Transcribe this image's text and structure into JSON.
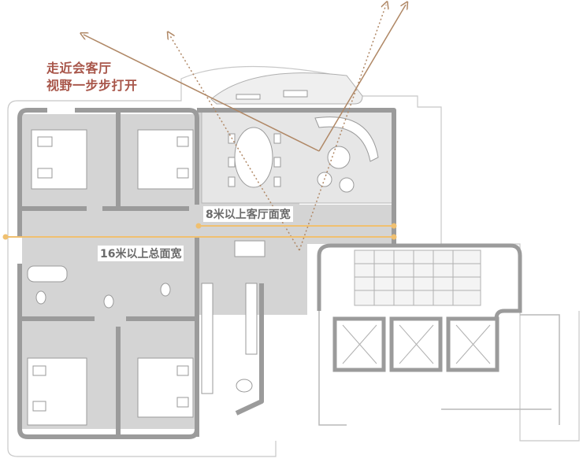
{
  "headline": {
    "line1": "走近会客厅",
    "line2": "视野一步步打开"
  },
  "dimensions": {
    "living_room_width": "8米以上客厅面宽",
    "total_width": "16米以上总面宽"
  },
  "colors": {
    "wall": "#9b9b9b",
    "floor": "#d4d4d4",
    "headline": "#a8564a",
    "view_arrow": "#b08866",
    "dim_line": "#f0c070",
    "label": "#6b6b6b"
  }
}
